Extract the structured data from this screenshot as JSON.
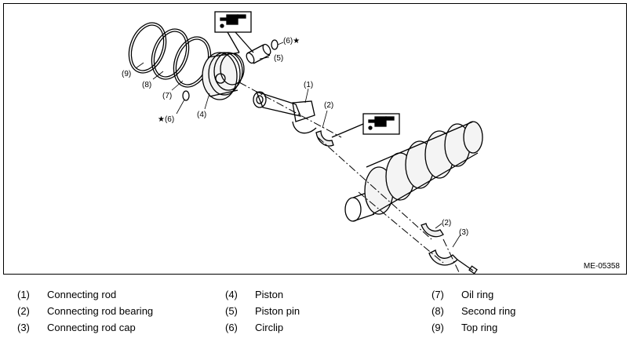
{
  "diagram": {
    "figure_id": "ME-05358",
    "callouts": {
      "c9": "(9)",
      "c8": "(8)",
      "c7": "(7)",
      "c6a": "(6)★",
      "c6b": "★(6)",
      "c5": "(5)",
      "c4": "(4)",
      "c1": "(1)",
      "c2a": "(2)",
      "c2b": "(2)",
      "c3": "(3)"
    }
  },
  "legend": {
    "items": [
      {
        "num": "(1)",
        "label": "Connecting rod"
      },
      {
        "num": "(2)",
        "label": "Connecting rod bearing"
      },
      {
        "num": "(3)",
        "label": "Connecting rod cap"
      },
      {
        "num": "(4)",
        "label": "Piston"
      },
      {
        "num": "(5)",
        "label": "Piston pin"
      },
      {
        "num": "(6)",
        "label": "Circlip"
      },
      {
        "num": "(7)",
        "label": "Oil ring"
      },
      {
        "num": "(8)",
        "label": "Second ring"
      },
      {
        "num": "(9)",
        "label": "Top ring"
      }
    ]
  }
}
